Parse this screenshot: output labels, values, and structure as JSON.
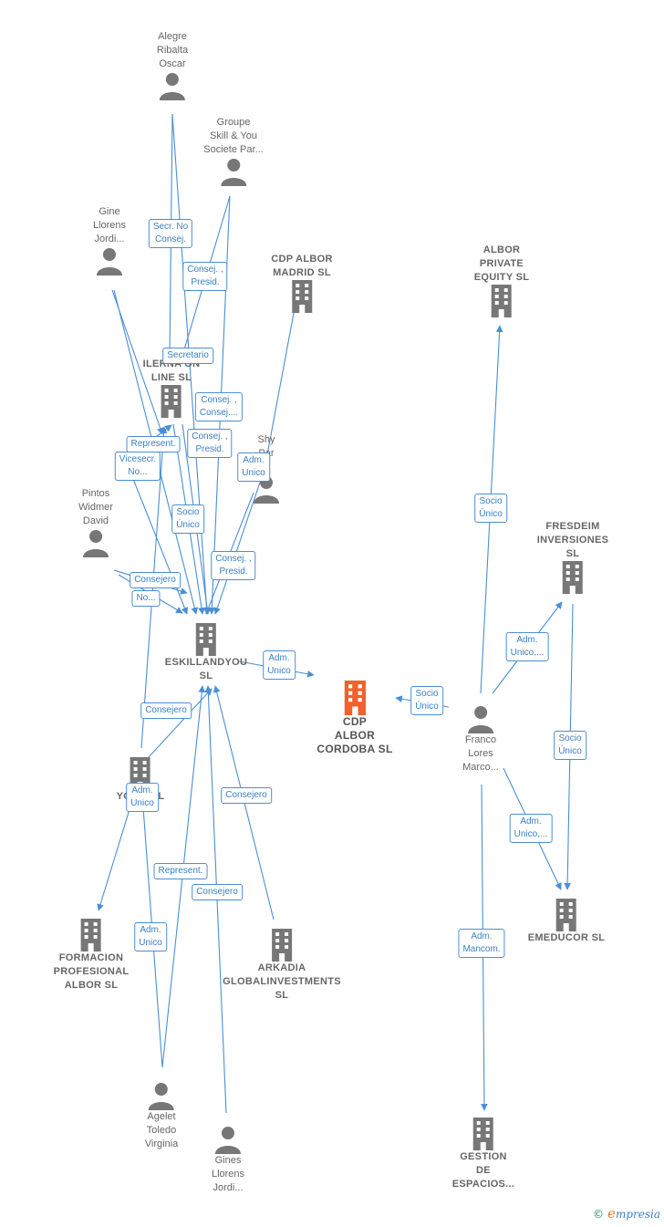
{
  "colors": {
    "edge": "#4a8fd4",
    "node": "#777777",
    "main_node": "#f06030",
    "badge_text": "#3a7fc4"
  },
  "footer": {
    "copyright": "©",
    "brand_initial": "e",
    "brand_rest": "mpresia"
  },
  "nodes": [
    {
      "id": "alegre",
      "type": "person",
      "label": "Alegre\nRibalta\nOscar",
      "lines": 3
    },
    {
      "id": "groupe",
      "type": "person",
      "label": "Groupe\nSkill & You\nSociete Par...",
      "lines": 3
    },
    {
      "id": "gine1",
      "type": "person",
      "label": "Gine\nLlorens\nJordi...",
      "lines": 3
    },
    {
      "id": "cdpmadrid",
      "type": "company",
      "label": "CDP ALBOR\nMADRID  SL",
      "lines": 2
    },
    {
      "id": "alborpe",
      "type": "company",
      "label": "ALBOR\nPRIVATE\nEQUITY  SL",
      "lines": 3
    },
    {
      "id": "ilerna",
      "type": "company",
      "label": "ILERNA ON\nLINE  SL",
      "lines": 2
    },
    {
      "id": "shy",
      "type": "person",
      "label": "Shy\nPar\n...",
      "lines": 3
    },
    {
      "id": "pintos",
      "type": "person",
      "label": "Pintos\nWidmer\nDavid",
      "lines": 3
    },
    {
      "id": "fresdeim",
      "type": "company",
      "label": "FRESDEIM\nINVERSIONES\nSL",
      "lines": 3
    },
    {
      "id": "eskill",
      "type": "company",
      "label": "ESKILLANDYOU\nSL",
      "lines": 2
    },
    {
      "id": "cdpcordoba",
      "type": "main",
      "label": "CDP\nALBOR\nCORDOBA  SL",
      "lines": 3
    },
    {
      "id": "franco",
      "type": "person",
      "label": "Franco\nLores\nMarco...",
      "lines": 3
    },
    {
      "id": "you",
      "type": "company",
      "label": "YOU...  SL",
      "lines": 1
    },
    {
      "id": "emeducor",
      "type": "company",
      "label": "EMEDUCOR SL",
      "lines": 1
    },
    {
      "id": "formacion",
      "type": "company",
      "label": "FORMACION\nPROFESIONAL\nALBOR  SL",
      "lines": 3
    },
    {
      "id": "arkadia",
      "type": "company",
      "label": "ARKADIA\nGLOBALINVESTMENTS\nSL",
      "lines": 3
    },
    {
      "id": "agelet",
      "type": "person",
      "label": "Agelet\nToledo\nVirginia",
      "lines": 3
    },
    {
      "id": "gines",
      "type": "person",
      "label": "Gines\nLlorens\nJordi...",
      "lines": 3
    },
    {
      "id": "gestion",
      "type": "company",
      "label": "GESTION\nDE\nESPACIOS...",
      "lines": 3
    }
  ],
  "badges": [
    {
      "id": "b1",
      "text": "Secr.  No\nConsej."
    },
    {
      "id": "b2",
      "text": "Consej. ,\nPresid."
    },
    {
      "id": "b3",
      "text": "Secretario"
    },
    {
      "id": "b4",
      "text": "Consej. ,\nConsej...."
    },
    {
      "id": "b5",
      "text": "Represent."
    },
    {
      "id": "b6",
      "text": "Consej. ,\nPresid."
    },
    {
      "id": "b7",
      "text": "Adm.\nUnico"
    },
    {
      "id": "b8",
      "text": "Vicesecr.\nNo..."
    },
    {
      "id": "b9",
      "text": "Socio\nÚnico"
    },
    {
      "id": "b10",
      "text": "Consej. ,\nPresid."
    },
    {
      "id": "b11",
      "text": "Consejero"
    },
    {
      "id": "b12",
      "text": "No..."
    },
    {
      "id": "b13",
      "text": "Adm.\nUnico"
    },
    {
      "id": "b14",
      "text": "Socio\nÚnico"
    },
    {
      "id": "b15",
      "text": "Socio\nÚnico"
    },
    {
      "id": "b16",
      "text": "Adm.\nUnico,..."
    },
    {
      "id": "b17",
      "text": "Consejero"
    },
    {
      "id": "b18",
      "text": "Adm.\nUnico"
    },
    {
      "id": "b19",
      "text": "Consejero"
    },
    {
      "id": "b20",
      "text": "Socio\nÚnico"
    },
    {
      "id": "b21",
      "text": "Adm.\nUnico,..."
    },
    {
      "id": "b22",
      "text": "Represent."
    },
    {
      "id": "b23",
      "text": "Consejero"
    },
    {
      "id": "b24",
      "text": "Adm.\nUnico"
    },
    {
      "id": "b25",
      "text": "Adm.\nMancom."
    }
  ]
}
